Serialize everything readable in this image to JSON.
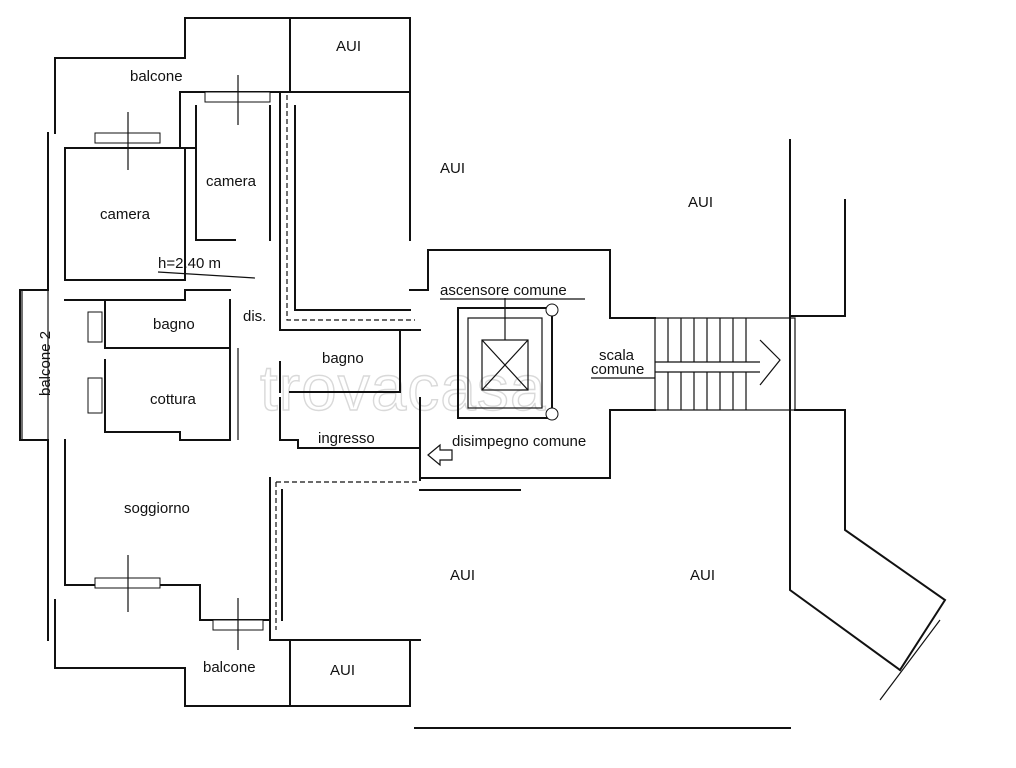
{
  "rooms": {
    "aui_top_small": "AUI",
    "balcone_top": "balcone",
    "camera_1": "camera",
    "camera_2": "camera",
    "aui_center_top": "AUI",
    "aui_right_top": "AUI",
    "ceiling_height": "h=2.40 m",
    "dis": "dis.",
    "bagno_1": "bagno",
    "bagno_2": "bagno",
    "balcone_2": "balcone 2",
    "ascensore": "ascensore comune",
    "scala_line1": "scala",
    "scala_line2": "comune",
    "cottura": "cottura",
    "ingresso": "ingresso",
    "disimpegno": "disimpegno comune",
    "soggiorno": "soggiorno",
    "aui_center_bottom": "AUI",
    "aui_right_bottom": "AUI",
    "balcone_bottom": "balcone",
    "aui_bottom_small": "AUI"
  },
  "watermark": "trovacasa"
}
